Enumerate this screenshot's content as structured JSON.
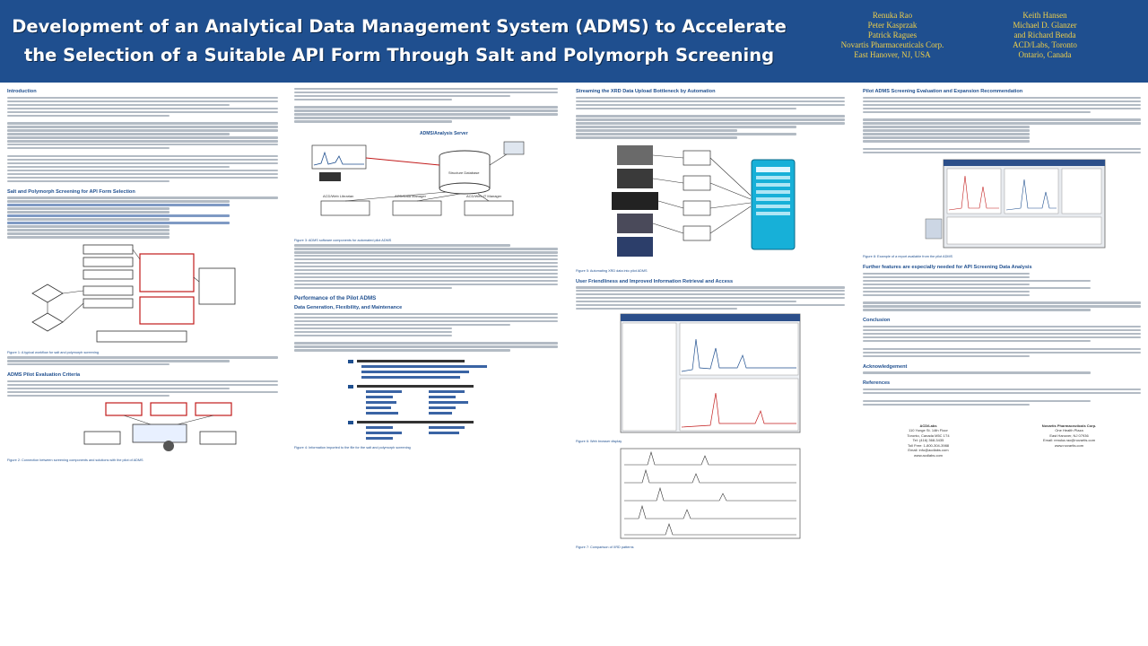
{
  "poster": {
    "title_line1": "Development of an Analytical Data Management System (ADMS) to Accelerate",
    "title_line2": "the Selection of a Suitable API Form Through Salt and Polymorph Screening",
    "authors_left": [
      "Renuka Rao",
      "Peter Kasprzak",
      "Patrick Ragues",
      "Novartis Pharmaceuticals Corp.",
      "East Hanover, NJ, USA"
    ],
    "authors_right": [
      "Keith Hansen",
      "Michael D. Glanzer",
      "and Richard Benda",
      "ACD/Labs, Toronto",
      "Ontario, Canada"
    ]
  },
  "col1": {
    "h_intro": "Introduction",
    "h_salt": "Salt and Polymorph Screening for API Form Selection",
    "cap_fig1": "Figure 1: A typical workflow for salt and polymorph screening",
    "h_pilot": "ADMS Pilot Evaluation Criteria",
    "cap_fig2": "Figure 2: Connection between screening components and solutions with the pilot of ADMS"
  },
  "col2": {
    "fig_title": "ADMS/Analysis Server",
    "fig_labels": [
      "Structure Database",
      "ACD/Web Librarian",
      "ACD/Data Manager",
      "ACD/Web IT Manager"
    ],
    "cap_fig3": "Figure 3: ADMS software components for automated pilot ADMS",
    "h_perf": "Performance of the Pilot ADMS",
    "h_data": "Data Generation, Flexibility, and Maintenance",
    "cap_fig4": "Figure 4: Information imported to the file for the salt and polymorph screening"
  },
  "col3": {
    "h_proc": "Streaming the XRD Data Upload Bottleneck by Automation",
    "cap_fig5": "Figure 5: Automating XRD data into pilot ADMS",
    "h_user": "User Friendliness and Improved Information Retrieval and Access",
    "cap_fig6": "Figure 6: Web browser display",
    "cap_fig7": "Figure 7: Comparison of XRD patterns"
  },
  "col4": {
    "h_rec": "Pilot ADMS Screening Evaluation and Expansion Recommendation",
    "cap_fig8": "Figure 8: Example of a report available from the pilot ADMS",
    "h_next": "Further features are especially needed for API Screening Data Analysis",
    "h_concl": "Conclusion",
    "h_ack": "Acknowledgement",
    "h_ref": "References",
    "contact_left": [
      "ACD/Labs",
      "110 Yonge St. 14th Floor",
      "Toronto, Canada M5C 1T4",
      "Tel: (416) 368-3435",
      "Toll Free: 1-800-304-3988",
      "Email: info@acdlabs.com",
      "www.acdlabs.com"
    ],
    "contact_right": [
      "Novartis Pharmaceuticals Corp.",
      "One Health Plaza",
      "East Hanover, NJ 07936",
      "Email: renuka.rao@novartis.com",
      "www.novartis.com"
    ]
  }
}
